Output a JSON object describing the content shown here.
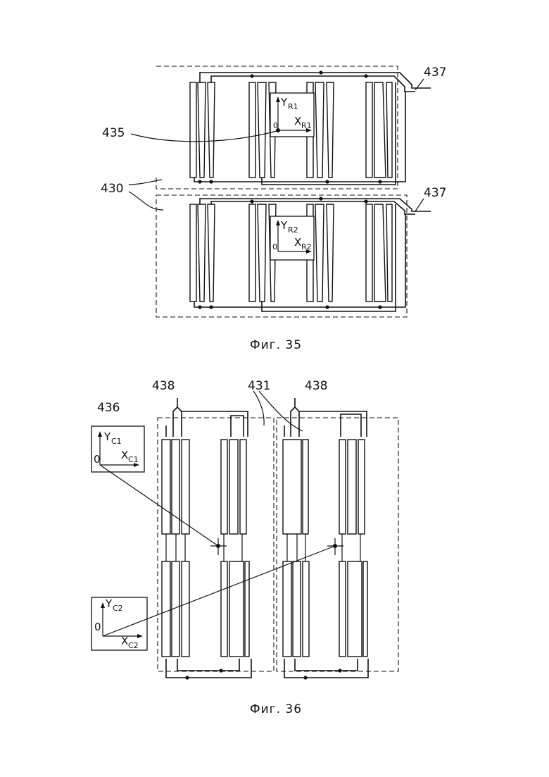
{
  "figures": [
    {
      "caption": "Фиг. 35",
      "labels": {
        "lens_array": "430",
        "connector": "437",
        "reference_point": "435"
      },
      "frames": [
        {
          "origin": "0",
          "x_axis": "X",
          "x_sub": "R1",
          "y_axis": "Y",
          "y_sub": "R1"
        },
        {
          "origin": "0",
          "x_axis": "X",
          "x_sub": "R2",
          "y_axis": "Y",
          "y_sub": "R2"
        }
      ]
    },
    {
      "caption": "Фиг. 36",
      "labels": {
        "coil_array": "431",
        "connector": "438",
        "frame_box": "436"
      },
      "frames": [
        {
          "origin": "0",
          "x_axis": "X",
          "x_sub": "C1",
          "y_axis": "Y",
          "y_sub": "C1"
        },
        {
          "origin": "0",
          "x_axis": "X",
          "x_sub": "C2",
          "y_axis": "Y",
          "y_sub": "C2"
        }
      ]
    }
  ]
}
